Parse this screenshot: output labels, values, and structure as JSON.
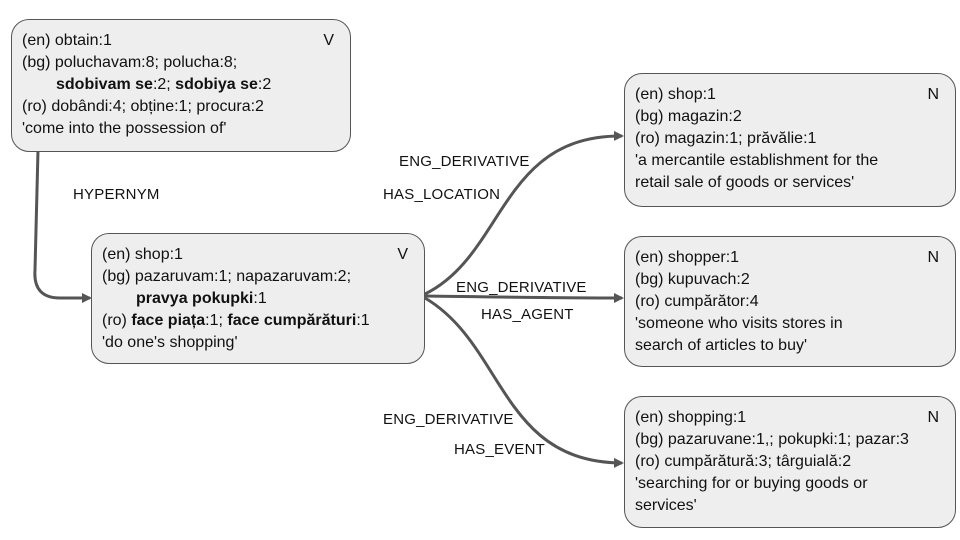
{
  "nodes": {
    "obtain": {
      "en": "(en) obtain:1",
      "pos": "V",
      "bg_line1": "(bg) poluchavam:8; polucha:8;",
      "bg_line2_a": "sdobivam se",
      "bg_line2_b": ":2; ",
      "bg_line2_c": "sdobiya se",
      "bg_line2_d": ":2",
      "ro": "(ro) dobândi:4; obține:1; procura:2",
      "gloss": "'come into the possession of'"
    },
    "shop_v": {
      "en": "(en) shop:1",
      "pos": "V",
      "bg_line1": "(bg) pazaruvam:1; napazaruvam:2;",
      "bg_line2_a": "pravya pokupki",
      "bg_line2_b": ":1",
      "ro_a": "(ro) ",
      "ro_b": "face piața",
      "ro_c": ":1; ",
      "ro_d": "face cumpărături",
      "ro_e": ":1",
      "gloss": "'do one's shopping'"
    },
    "shop_n": {
      "en": "(en) shop:1",
      "pos": "N",
      "bg": "(bg) magazin:2",
      "ro": "(ro) magazin:1; prăvălie:1",
      "gloss1": "'a mercantile establishment for the",
      "gloss2": "retail sale of goods or services'"
    },
    "shopper": {
      "en": "(en) shopper:1",
      "pos": "N",
      "bg": "(bg) kupuvach:2",
      "ro": "(ro) cumpărător:4",
      "gloss1": "'someone who visits stores in",
      "gloss2": "search of articles to buy'"
    },
    "shopping": {
      "en": "(en) shopping:1",
      "pos": "N",
      "bg": "(bg) pazaruvane:1,; pokupki:1; pazar:3",
      "ro": "(ro) cumpărătură:3; târguială:2",
      "gloss1": "'searching for or buying goods or",
      "gloss2": "services'"
    }
  },
  "edges": {
    "hypernym": "HYPERNYM",
    "shop_n_rel1": "ENG_DERIVATIVE",
    "shop_n_rel2": "HAS_LOCATION",
    "shopper_rel1": "ENG_DERIVATIVE",
    "shopper_rel2": "HAS_AGENT",
    "shopping_rel1": "ENG_DERIVATIVE",
    "shopping_rel2": "HAS_EVENT"
  },
  "colors": {
    "node_fill": "#eeeeee",
    "node_border": "#555555",
    "edge": "#555555"
  }
}
